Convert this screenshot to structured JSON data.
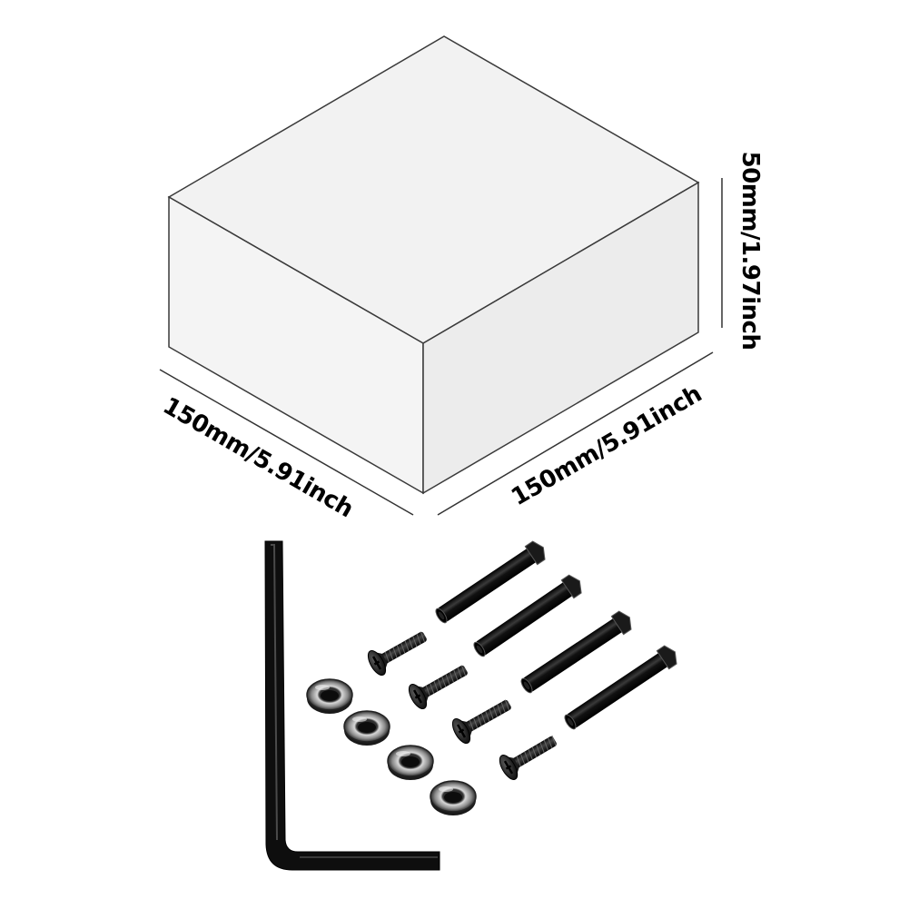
{
  "dimensions": {
    "length_label": "150mm/5.91inch",
    "width_label": "150mm/5.91inch",
    "height_label": "50mm/1.97inch"
  },
  "colors": {
    "box_top": "#f2f2f2",
    "box_front": "#f4f4f4",
    "box_side": "#ececec",
    "outline": "#3a3a3a",
    "hardware": "#141414",
    "washer_metal": "#a8a8a8"
  },
  "parts": {
    "hex_key_count": 1,
    "sleeve_count": 4,
    "screw_count": 4,
    "washer_count": 4
  }
}
